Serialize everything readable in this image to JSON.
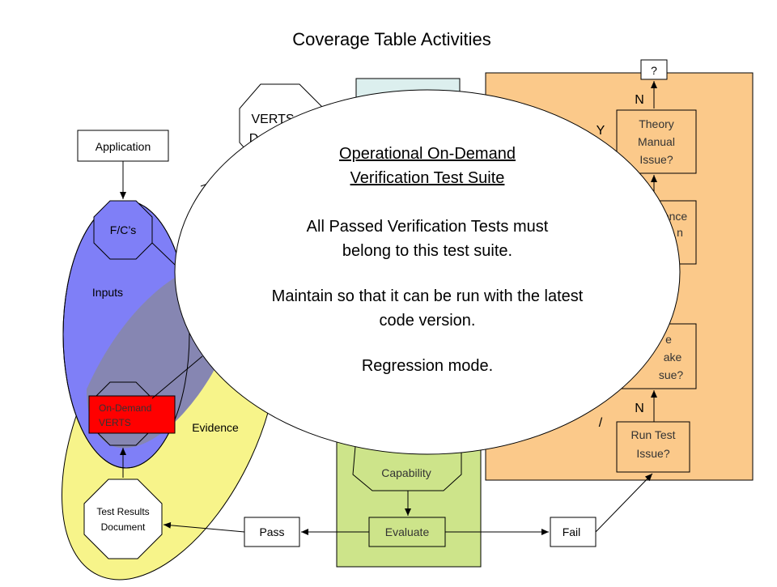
{
  "title": "Coverage Table Activities",
  "colors": {
    "orange_panel": "#fbc98a",
    "green_panel": "#cde48a",
    "teal_box": "#dcefee",
    "blue_ellipse": "#7f7ff7",
    "yellow_ellipse": "#f7f48a",
    "red_box": "#ff0000",
    "overlay": "#ffffff"
  },
  "nodes": {
    "question_mark": "?",
    "theory_manual": [
      "Theory",
      "Manual",
      "Issue?"
    ],
    "evidence_partial": [
      "ence",
      "n"
    ],
    "code_mistake_partial": [
      "e",
      "ake",
      "sue?"
    ],
    "run_test": [
      "Run Test",
      "Issue?"
    ],
    "verts_doc_partial": [
      "VERTS",
      "Do"
    ],
    "application": "Application",
    "fcs": "F/C’s",
    "inputs": "Inputs",
    "on_demand_verts": [
      "On-Demand",
      "VERTS"
    ],
    "evidence": "Evidence",
    "test_results": [
      "Test Results",
      "Document"
    ],
    "capability_partial": "Capability",
    "evaluate": "Evaluate",
    "pass": "Pass",
    "fail": "Fail",
    "label_n_top": "N",
    "label_y": "Y",
    "label_n_bottom": "N",
    "label_slash": "/"
  },
  "overlay": {
    "heading": [
      "Operational On-Demand",
      "Verification Test Suite"
    ],
    "line1": [
      "All Passed Verification Tests must",
      "belong to this test suite."
    ],
    "line2": [
      "Maintain so that it can be run with the latest",
      "code version."
    ],
    "line3": "Regression mode."
  }
}
